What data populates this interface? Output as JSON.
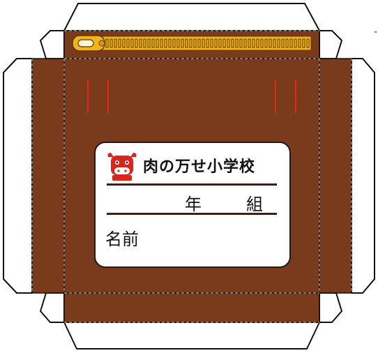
{
  "label": {
    "school_name": "肉の万せ小学校",
    "grade_label": "年",
    "class_label": "組",
    "name_label": "名前"
  },
  "mark": "-",
  "colors": {
    "box_brown": "#7a3a1c",
    "zipper_gold": "#f2b418",
    "stripe_red": "#e8241c",
    "mascot_red": "#d9251c",
    "fold_line": "#9a9a9a"
  }
}
